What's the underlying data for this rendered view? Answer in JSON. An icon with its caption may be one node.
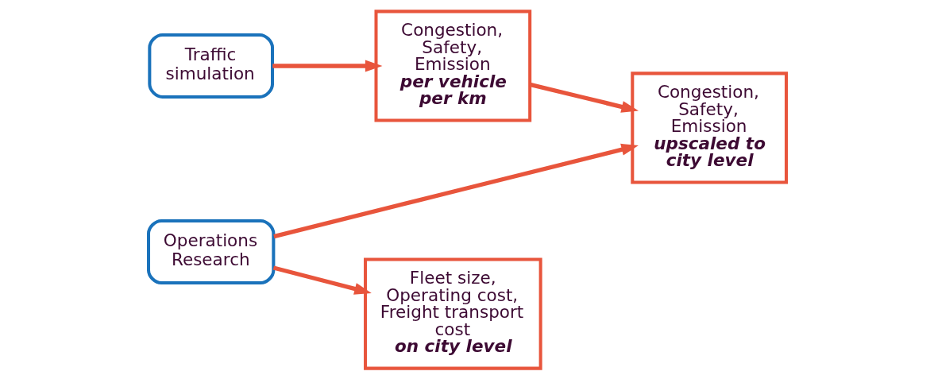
{
  "diagram": {
    "nodes": [
      {
        "text": [
          "Traffic simulation"
        ]
      },
      {
        "text": [
          "Congestion, Safety, Emission",
          "per vehicle per km"
        ]
      },
      {
        "text": [
          "Congestion, Safety, Emission",
          "upscaled to city level"
        ]
      },
      {
        "text": [
          "Operations Research"
        ]
      },
      {
        "text": [
          "Fleet size, Operating cost, Freight transport cost",
          "on city level"
        ]
      }
    ],
    "edges": [
      {
        "from": 0,
        "to": 1,
        "arrow": "to"
      },
      {
        "from": 1,
        "to": 2,
        "arrow": "to"
      },
      {
        "from": 3,
        "to": 2,
        "arrow": "to"
      },
      {
        "from": 3,
        "to": 4,
        "arrow": "to"
      }
    ]
  }
}
